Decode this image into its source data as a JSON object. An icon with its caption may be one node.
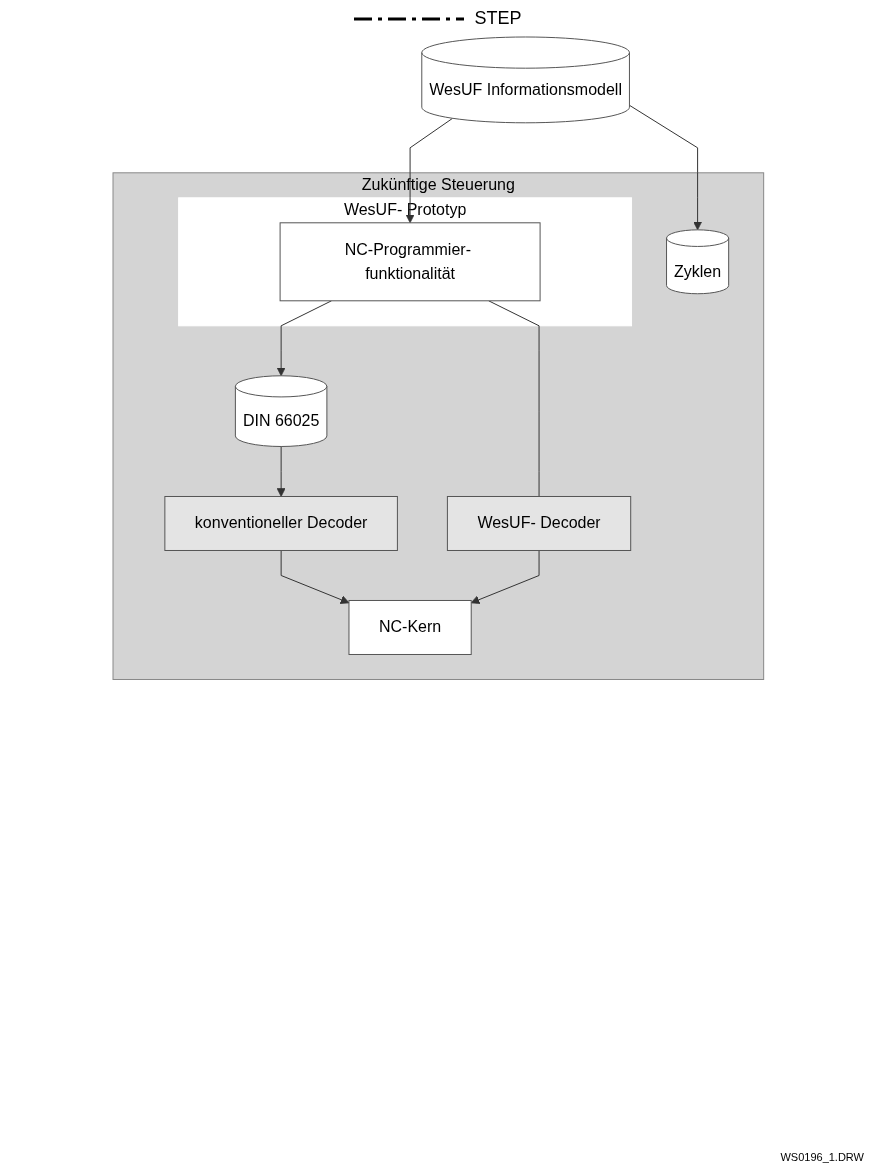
{
  "diagram": {
    "nodes": [
      {
        "text": [
          "WesUF Informationsmodell"
        ]
      },
      {
        "text": [
          "Zukünftige Steuerung"
        ]
      },
      {
        "text": [
          "WesUF- Prototyp"
        ],
        "in": 1
      },
      {
        "text": [
          "NC-Programmier- funktionalität"
        ],
        "in": 2
      },
      {
        "text": [
          "Zyklen"
        ],
        "in": 1
      },
      {
        "text": [
          "DIN 66025"
        ],
        "in": 1
      },
      {
        "text": [
          "konventioneller Decoder"
        ],
        "in": 1
      },
      {
        "text": [
          "WesUF- Decoder"
        ],
        "in": 1
      },
      {
        "text": [
          "NC-Kern"
        ],
        "in": 1
      }
    ],
    "edges": [
      {
        "from": 0,
        "to": 4,
        "arrow": "to"
      },
      {
        "from": 0,
        "to": 3,
        "arrow": "to"
      },
      {
        "from": 3,
        "to": 5,
        "arrow": "to"
      },
      {
        "from": 3,
        "to": 7,
        "arrow": "none"
      },
      {
        "from": 5,
        "to": 6,
        "arrow": "to"
      },
      {
        "from": 6,
        "to": 8,
        "arrow": "to"
      },
      {
        "from": 7,
        "to": 8,
        "arrow": "to"
      }
    ],
    "labels": [
      "STEP",
      "WS0196_1.DRW"
    ]
  }
}
